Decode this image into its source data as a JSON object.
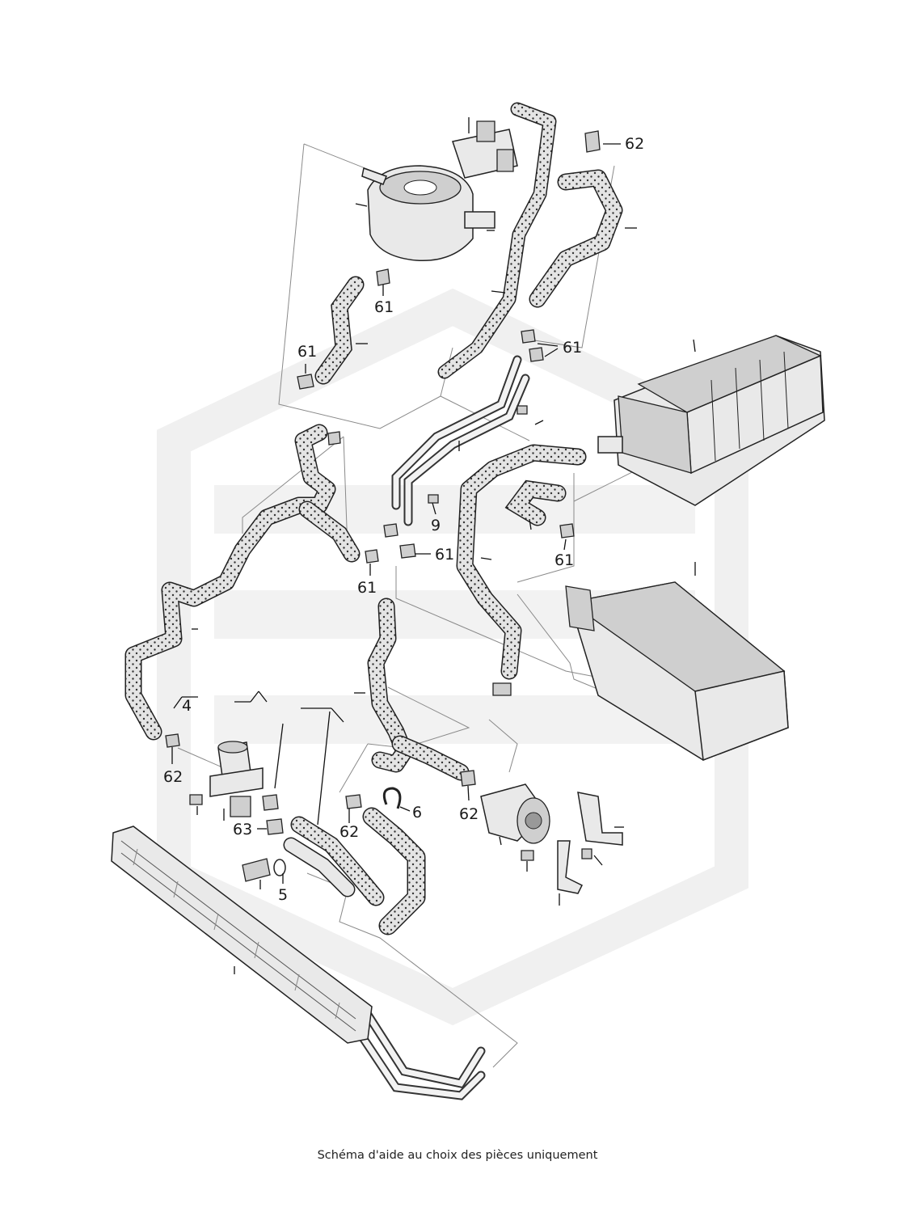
{
  "caption": "Schéma d'aide au choix des pièces uniquement",
  "callouts": {
    "c62_top": "62",
    "c61_tank": "61",
    "c61_left": "61",
    "c61_mid_right": "61",
    "c9": "9",
    "c61_center": "61",
    "c61_left_mid": "61",
    "c61_right": "61",
    "c4": "4",
    "c62_left": "62",
    "c63": "63",
    "c5": "5",
    "c62_center": "62",
    "c6": "6",
    "c62_pump": "62"
  },
  "icons": {
    "watermark": "hexagon-logo-watermark"
  }
}
